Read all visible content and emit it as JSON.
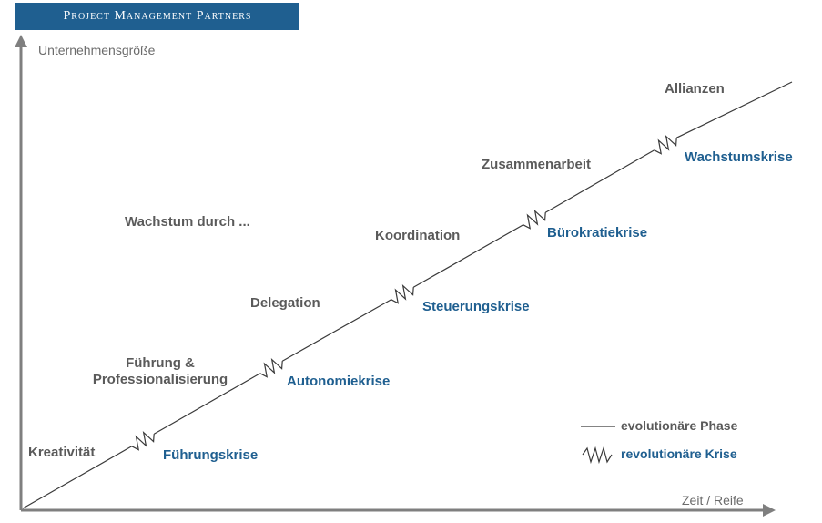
{
  "brand": {
    "title": "Project Management Partners"
  },
  "axes": {
    "y_label": "Unternehmensgröße",
    "x_label": "Zeit / Reife"
  },
  "intro": "Wachstum durch ...",
  "phases": [
    {
      "label": "Kreativität"
    },
    {
      "label": "Führung &\nProfessionalisierung"
    },
    {
      "label": "Delegation"
    },
    {
      "label": "Koordination"
    },
    {
      "label": "Zusammenarbeit"
    },
    {
      "label": "Allianzen"
    }
  ],
  "crises": [
    {
      "label": "Führungskrise"
    },
    {
      "label": "Autonomiekrise"
    },
    {
      "label": "Steuerungskrise"
    },
    {
      "label": "Bürokratiekrise"
    },
    {
      "label": "Wachstumskrise"
    }
  ],
  "legend": {
    "evolution": "evolutionäre Phase",
    "revolution": "revolutionäre Krise"
  },
  "colors": {
    "brand": "#1f5f90",
    "crisis": "#1f5f90",
    "phase": "#5a5a5a",
    "axis": "#7f7f7f",
    "line": "#3a3a3a"
  }
}
